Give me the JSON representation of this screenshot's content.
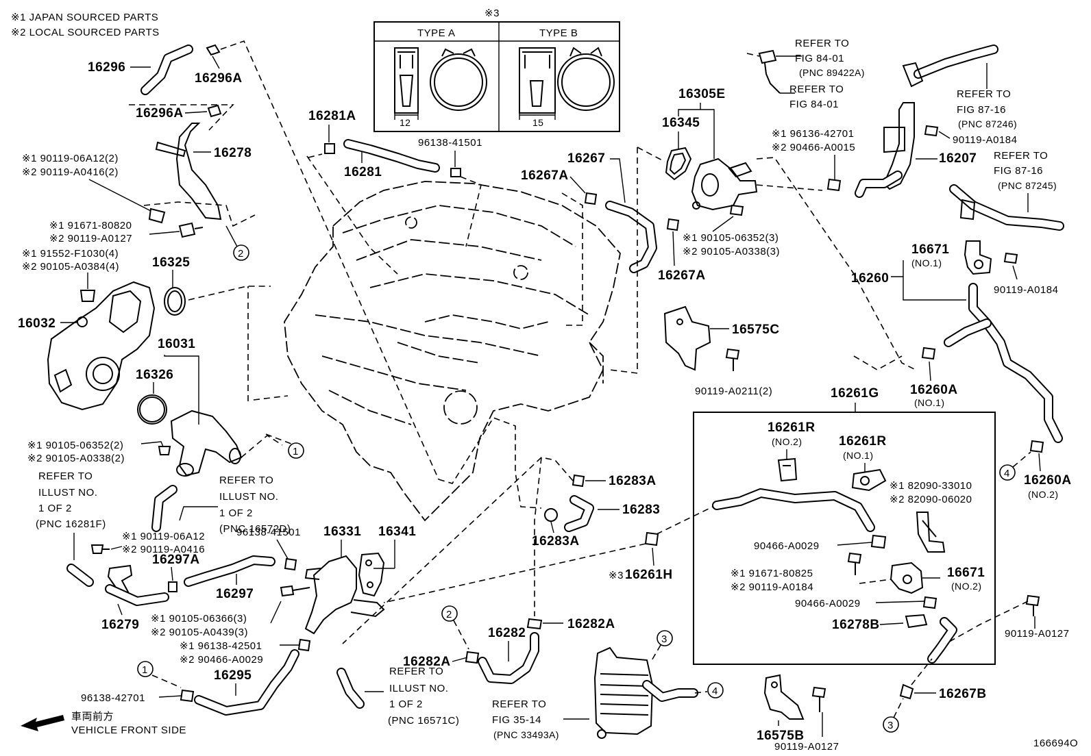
{
  "notes": {
    "note1": "※1 JAPAN SOURCED PARTS",
    "note2": "※2 LOCAL SOURCED PARTS"
  },
  "clamp_types": {
    "mark": "※3",
    "type_a": "TYPE A",
    "type_b": "TYPE B",
    "dim_a": "12",
    "dim_b": "15"
  },
  "labels": {
    "p16296": "16296",
    "p16296A_1": "16296A",
    "p16296A_2": "16296A",
    "p16278": "16278",
    "bolt_a1": "※1 90119-06A12(2)",
    "bolt_a2": "※2 90119-A0416(2)",
    "bolt_b1": "※1 91671-80820",
    "bolt_b2": "※2 90119-A0127",
    "bolt_c1": "※1 91552-F1030(4)",
    "bolt_c2": "※2 90105-A0384(4)",
    "p16325": "16325",
    "p16032": "16032",
    "p16031": "16031",
    "p16326": "16326",
    "bolt_d1": "※1 90105-06352(2)",
    "bolt_d2": "※2 90105-A0338(2)",
    "refer1_l1": "REFER TO",
    "refer1_l2": "ILLUST NO.",
    "refer1_l3": "1 OF 2",
    "refer1_l4": "(PNC 16281F)",
    "refer2_l1": "REFER TO",
    "refer2_l2": "ILLUST NO.",
    "refer2_l3": "1 OF 2",
    "refer2_l4": "(PNC 16572D)",
    "bolt_e1": "※1 90119-06A12",
    "bolt_e2": "※2 90119-A0416",
    "p16297A": "16297A",
    "p16297": "16297",
    "p16279": "16279",
    "p96138_41501_b": "96138-41501",
    "p16331": "16331",
    "p16341": "16341",
    "bolt_f1": "※1 90105-06366(3)",
    "bolt_f2": "※2 90105-A0439(3)",
    "bolt_g1": "※1 96138-42501",
    "bolt_g2": "※2 90466-A0029",
    "p96138_42701": "96138-42701",
    "p16295": "16295",
    "front_jp": "車両前方",
    "front_en": "VEHICLE FRONT SIDE",
    "refer3_l1": "REFER TO",
    "refer3_l2": "ILLUST NO.",
    "refer3_l3": "1 OF 2",
    "refer3_l4": "(PNC 16571C)",
    "p16281A": "16281A",
    "p16281": "16281",
    "p96138_41501_a": "96138-41501",
    "p16267": "16267",
    "p16267A_1": "16267A",
    "p16267A_2": "16267A",
    "p16345": "16345",
    "p16305E": "16305E",
    "bolt_h1": "※1 90105-06352(3)",
    "bolt_h2": "※2 90105-A0338(3)",
    "refer4_l1": "REFER TO",
    "refer4_l2": "FIG 84-01",
    "refer4_l3": "(PNC 89422A)",
    "refer5_l1": "REFER TO",
    "refer5_l2": "FIG 84-01",
    "refer6_l1": "REFER TO",
    "refer6_l2": "FIG 87-16",
    "refer6_l3": "(PNC 87246)",
    "refer7_l1": "REFER TO",
    "refer7_l2": "FIG 87-16",
    "refer7_l3": "(PNC 87245)",
    "bolt_i1": "※1 96136-42701",
    "bolt_i2": "※2 90466-A0015",
    "p90119_A0184_a": "90119-A0184",
    "p16207": "16207",
    "p16671_1": "16671",
    "p16671_1_no": "(NO.1)",
    "p16260": "16260",
    "p90119_A0184_b": "90119-A0184",
    "p16575C": "16575C",
    "p90119_A0211": "90119-A0211(2)",
    "p16260A_1": "16260A",
    "p16260A_1_no": "(NO.1)",
    "p16260A_2": "16260A",
    "p16260A_2_no": "(NO.2)",
    "p16261G": "16261G",
    "p16261R_2": "16261R",
    "p16261R_2_no": "(NO.2)",
    "p16261R_1": "16261R",
    "p16261R_1_no": "(NO.1)",
    "bolt_j1": "※1 82090-33010",
    "bolt_j2": "※2 82090-06020",
    "p90466_A0029_a": "90466-A0029",
    "bolt_k1": "※1 91671-80825",
    "bolt_k2": "※2 90119-A0184",
    "p16671_2": "16671",
    "p16671_2_no": "(NO.2)",
    "p90466_A0029_b": "90466-A0029",
    "p16278B": "16278B",
    "p90119_A0127_a": "90119-A0127",
    "p16283A_1": "16283A",
    "p16283": "16283",
    "p16283A_2": "16283A",
    "mark3": "※3",
    "p16261H": "16261H",
    "p16282A_1": "16282A",
    "p16282": "16282",
    "p16282A_2": "16282A",
    "refer8_l1": "REFER TO",
    "refer8_l2": "FIG 35-14",
    "refer8_l3": "(PNC 33493A)",
    "p16575B": "16575B",
    "p90119_A0127_b": "90119-A0127",
    "p16267B": "16267B",
    "fig_no": "166694O"
  },
  "callouts": [
    "1",
    "2",
    "3",
    "4"
  ]
}
